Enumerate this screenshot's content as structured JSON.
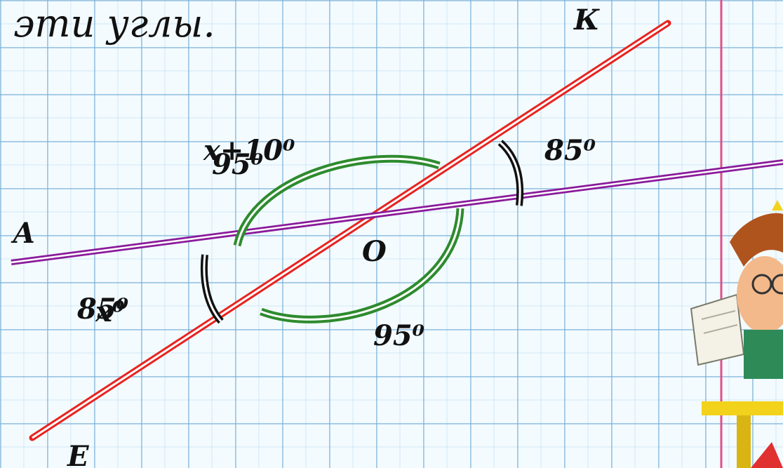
{
  "heading": "е эти углы.",
  "points": {
    "K": "К",
    "A": "А",
    "O": "О",
    "E": "Е"
  },
  "angle_labels": {
    "upper_left_top": "х+10⁰",
    "upper_left_bottom": "95⁰",
    "upper_right": "85⁰",
    "lower_left_top": "85⁰",
    "lower_left_bottom": "х⁰",
    "lower_right": "95⁰"
  },
  "colors": {
    "line_ke": "#e8231f",
    "line_ao": "#8a1a9a",
    "arc_obtuse": "#2e8b2e",
    "arc_acute": "#111111",
    "margin_line": "#e0508a"
  }
}
